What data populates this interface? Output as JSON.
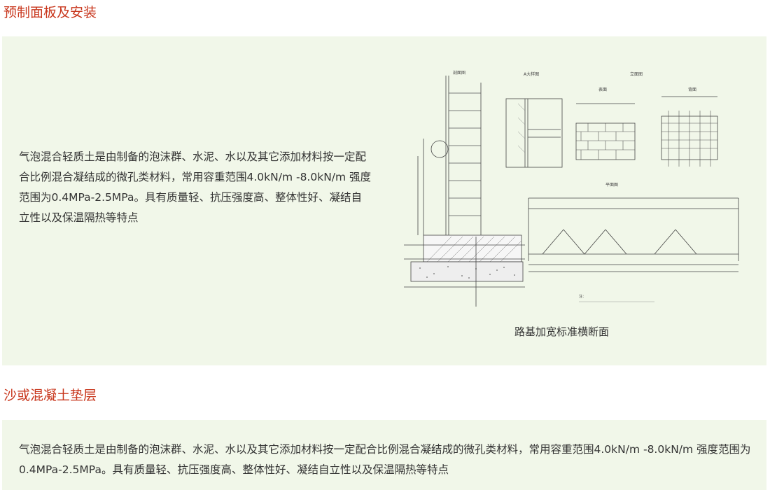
{
  "sections": [
    {
      "title": "预制面板及安装",
      "paragraph": "气泡混合轻质土是由制备的泡沫群、水泥、水以及其它添加材料按一定配合比例混合凝结成的微孔类材料，常用容重范围4.0kN/m -8.0kN/m 强度范围为0.4MPa-2.5MPa。具有质量轻、抗压强度高、整体性好、凝结自立性以及保温隔热等特点",
      "figure_caption": "路基加宽标准横断面"
    },
    {
      "title": "沙或混凝土垫层",
      "paragraph": "气泡混合轻质土是由制备的泡沫群、水泥、水以及其它添加材料按一定配合比例混合凝结成的微孔类材料，常用容重范围4.0kN/m -8.0kN/m 强度范围为0.4MPa-2.5MPa。具有质量轻、抗压强度高、整体性好、凝结自立性以及保温隔热等特点"
    }
  ],
  "drawing_labels": {
    "section": "剖面图",
    "detail_a": "A大样图",
    "elevation": "立面图",
    "front": "表面",
    "back": "背面",
    "plan": "平面图",
    "note": "注："
  },
  "colors": {
    "title": "#c8361c",
    "panel_bg": "#f1f7e9",
    "text": "#333333"
  }
}
